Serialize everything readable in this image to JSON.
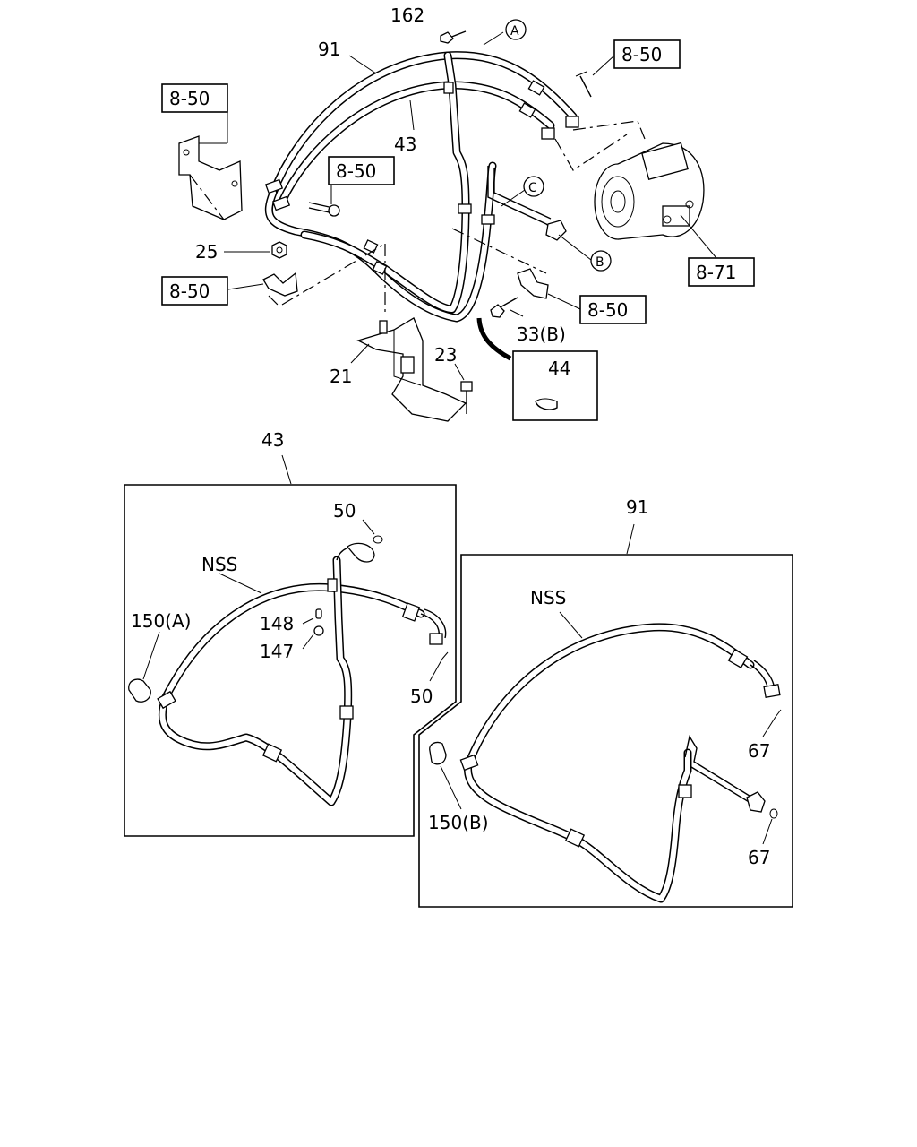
{
  "labels": {
    "p162": "162",
    "p91_top": "91",
    "p43_top": "43",
    "p25": "25",
    "p21": "21",
    "p23": "23",
    "p33b": "33(B)",
    "p44": "44",
    "ref_a": "A",
    "ref_b": "B",
    "ref_c": "C",
    "ref_8_50": "8-50",
    "ref_8_71": "8-71",
    "box43_title": "43",
    "box43_nss": "NSS",
    "box43_50a": "50",
    "box43_50b": "50",
    "box43_148": "148",
    "box43_147": "147",
    "box43_150a": "150(A)",
    "box91_title": "91",
    "box91_nss": "NSS",
    "box91_150b": "150(B)",
    "box91_67a": "67",
    "box91_67b": "67"
  }
}
